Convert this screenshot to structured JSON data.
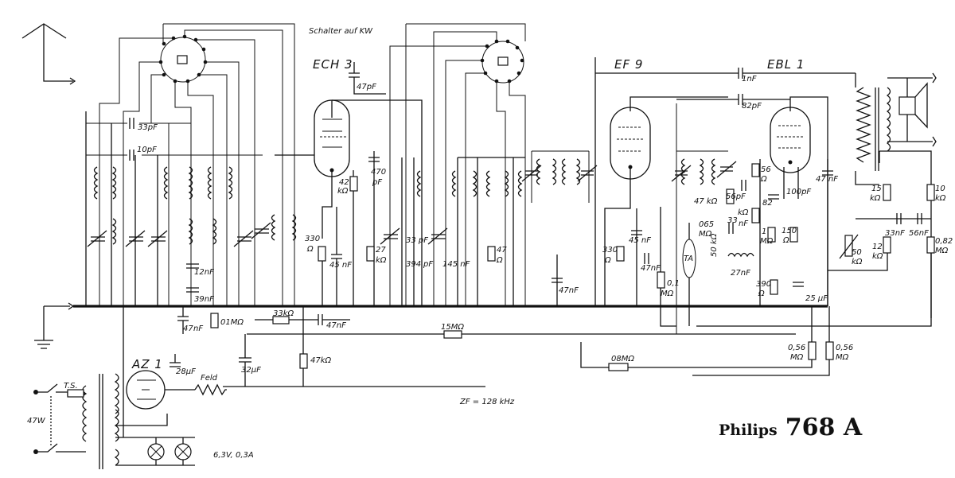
{
  "brand": {
    "maker": "Philips",
    "model": "768 A"
  },
  "tubes": {
    "ech3": "ECH 3",
    "ef9": "EF 9",
    "ebl1": "EBL 1",
    "az1": "AZ 1"
  },
  "notes": {
    "switch": "Schalter auf KW",
    "if": "ZF = 128 kHz",
    "power": "47W",
    "heater": "6,3V, 0,3A",
    "field": "Feld",
    "fuse": "T.S.",
    "pickup": "TA"
  },
  "components": {
    "c33p": "33pF",
    "c10p": "10pF",
    "c47p": "47pF",
    "c470p": "470",
    "c470u": "pF",
    "r42": "42",
    "r42u": "kΩ",
    "c12n": "12nF",
    "c39n": "39nF",
    "c47n_a": "47",
    "c47n_b": "nF",
    "r01M": "01MΩ",
    "r33k": "33kΩ",
    "c47n2": "47nF",
    "c28u": "28μF",
    "c32u": "32μF",
    "r47k": "47kΩ",
    "r330": "330",
    "r330u": "Ω",
    "c45n": "45 nF",
    "r27": "27",
    "r27u": "kΩ",
    "c33p2": "33 pF",
    "c394": "394",
    "c394u": "pF",
    "c145": "145 nF",
    "r47": "47",
    "r47u": "Ω",
    "r15M": "15MΩ",
    "c47n3": "47nF",
    "r330b": "330",
    "r330bu": "Ω",
    "c45n2": "45 nF",
    "c47n4": "47nF",
    "r01Mb": "0,1",
    "r01Mbu": "MΩ",
    "r08M": "08MΩ",
    "c1n": "1nF",
    "c82p": "82pF",
    "r56": "56",
    "r56u": "Ω",
    "r47k2": "47 kΩ",
    "c56p": "56pF",
    "c100p": "100pF",
    "c47n5": "47 nF",
    "r82": "82",
    "r82u": "kΩ",
    "r065": "065",
    "r065u": "MΩ",
    "c33n": "33",
    "c33nu": "nF",
    "r1M": "1",
    "r1Mu": "MΩ",
    "r150": "150",
    "r150u": "Ω",
    "r50k": "50 kΩ",
    "c27n": "27nF",
    "r390": "390",
    "r390u": "Ω",
    "c25u": "25 μF",
    "r50kb": "50",
    "r50kbu": "kΩ",
    "r056a": "0,56",
    "r056au": "MΩ",
    "r056b": "0,56",
    "r056bu": "MΩ",
    "r15k": "15",
    "r15ku": "kΩ",
    "c33n2": "33nF",
    "c56n": "56nF",
    "r12k": "12",
    "r12ku": "kΩ",
    "r10k": "10",
    "r10ku": "kΩ",
    "r082": "0,82",
    "r082u": "MΩ"
  }
}
